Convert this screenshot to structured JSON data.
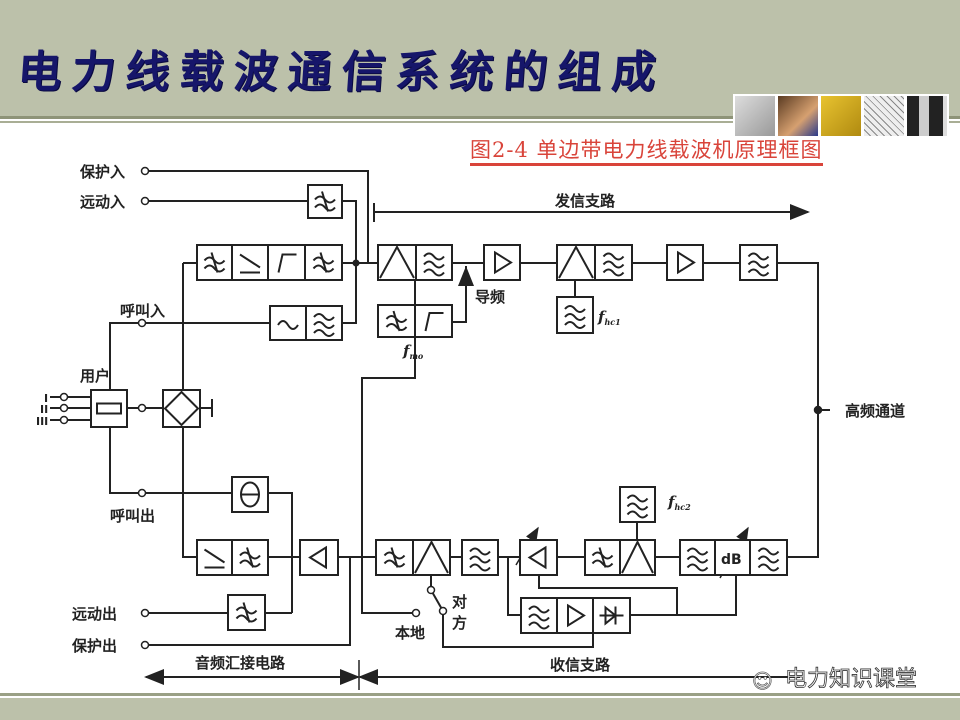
{
  "slide": {
    "title": "电力线载波通信系统的组成",
    "caption": "图2-4 单边带电力线载波机原理框图",
    "watermark": "电力知识课堂"
  },
  "diagram": {
    "inputs": {
      "protect_in": "保护入",
      "telecontrol_in": "远动入",
      "call_in": "呼叫入",
      "user": "用户",
      "user_lines": [
        "I",
        "II",
        "III"
      ]
    },
    "outputs": {
      "call_out": "呼叫出",
      "telecontrol_out": "远动出",
      "protect_out": "保护出"
    },
    "labels": {
      "transmit_branch": "发信支路",
      "receive_branch": "收信支路",
      "audio_junction": "音频汇接电路",
      "pilot": "导频",
      "hf_channel": "高频通道",
      "local": "本地",
      "remote_1": "对",
      "remote_2": "方",
      "f_mo": "f",
      "f_mo_sub": "mo",
      "f_hc1": "f",
      "f_hc1_sub": "hc1",
      "f_hc2": "f",
      "f_hc2_sub": "hc2",
      "db": "dB"
    },
    "colors": {
      "title": "#16166a",
      "caption": "#d9443a",
      "band": "#bcc1aa"
    }
  }
}
